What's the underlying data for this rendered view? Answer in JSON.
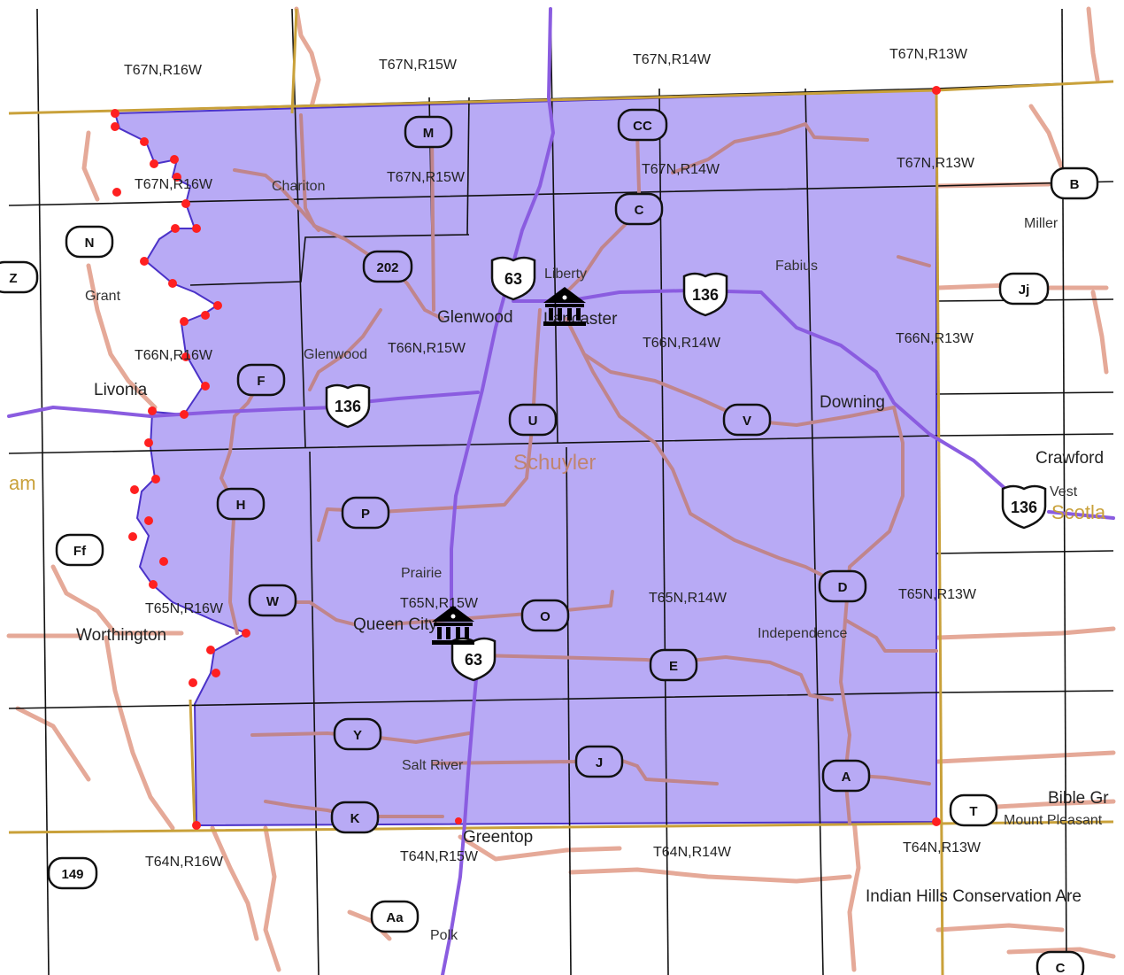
{
  "county_name": "Schuyler",
  "colors": {
    "county_fill": "#b8aaf5",
    "county_border": "#4b32c8",
    "county_road": "#c0858c",
    "outside_road": "#e5a998",
    "highway": "#8a5ce0",
    "county_line": "#c9a13a",
    "vertex": "#ff2020",
    "grid": "#111111"
  },
  "township_labels": [
    "T67N,R16W",
    "T67N,R15W",
    "T67N,R14W",
    "T67N,R13W",
    "T67N,R16W",
    "T67N,R15W",
    "T67N,R14W",
    "T67N,R13W",
    "T66N,R16W",
    "T66N,R15W",
    "T66N,R14W",
    "T66N,R13W",
    "T65N,R16W",
    "T65N,R15W",
    "T65N,R14W",
    "T65N,R13W",
    "T64N,R16W",
    "T64N,R15W",
    "T64N,R14W",
    "T64N,R13W"
  ],
  "place_labels": [
    "Chariton",
    "Liberty",
    "Glenwood",
    "Lancaster",
    "Fabius",
    "Glenwood",
    "Grant",
    "Livonia",
    "Downing",
    "Crawford",
    "Vest",
    "Scotla",
    "am",
    "Prairie",
    "Queen City",
    "Independence",
    "Worthington",
    "Salt River",
    "Greentop",
    "Bible Gr",
    "Mount Pleasant",
    "Polk",
    "Miller",
    "Indian Hills Conservation Are"
  ],
  "route_shields": [
    "M",
    "CC",
    "C",
    "B",
    "N",
    "Z",
    "202",
    "63",
    "136",
    "Jj",
    "F",
    "136",
    "U",
    "V",
    "H",
    "P",
    "136",
    "Ff",
    "W",
    "O",
    "D",
    "63",
    "E",
    "Y",
    "J",
    "A",
    "T",
    "K",
    "149",
    "Aa",
    "C"
  ],
  "icons": [
    "courthouse-icon",
    "courthouse-icon"
  ]
}
